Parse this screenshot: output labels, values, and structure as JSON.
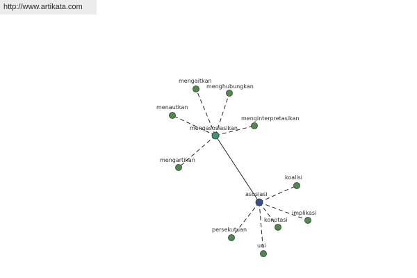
{
  "header": {
    "url": "http://www.artikata.com"
  },
  "colors": {
    "leaf_node": "#4f8a4c",
    "hub_upper": "#3f9476",
    "hub_lower": "#3a4c96",
    "edge": "#222222"
  },
  "graph": {
    "hubs": [
      {
        "id": "mengasosiasikan",
        "label": "mengasosiasikan"
      },
      {
        "id": "asosiasi",
        "label": "asosiasi"
      }
    ],
    "leaves": [
      {
        "id": "mengaitkan",
        "label": "mengaitkan",
        "hub": "mengasosiasikan"
      },
      {
        "id": "menghubungkan",
        "label": "menghubungkan",
        "hub": "mengasosiasikan"
      },
      {
        "id": "menautkan",
        "label": "menautkan",
        "hub": "mengasosiasikan"
      },
      {
        "id": "menginterpretasikan",
        "label": "menginterpretasikan",
        "hub": "mengasosiasikan"
      },
      {
        "id": "mengartikan",
        "label": "mengartikan",
        "hub": "mengasosiasikan"
      },
      {
        "id": "koalisi",
        "label": "koalisi",
        "hub": "asosiasi"
      },
      {
        "id": "implikasi",
        "label": "implikasi",
        "hub": "asosiasi"
      },
      {
        "id": "konotasi",
        "label": "konotasi",
        "hub": "asosiasi"
      },
      {
        "id": "persekutuan",
        "label": "persekutuan",
        "hub": "asosiasi"
      },
      {
        "id": "uni",
        "label": "uni",
        "hub": "asosiasi"
      }
    ],
    "hub_link": [
      "mengasosiasikan",
      "asosiasi"
    ]
  }
}
